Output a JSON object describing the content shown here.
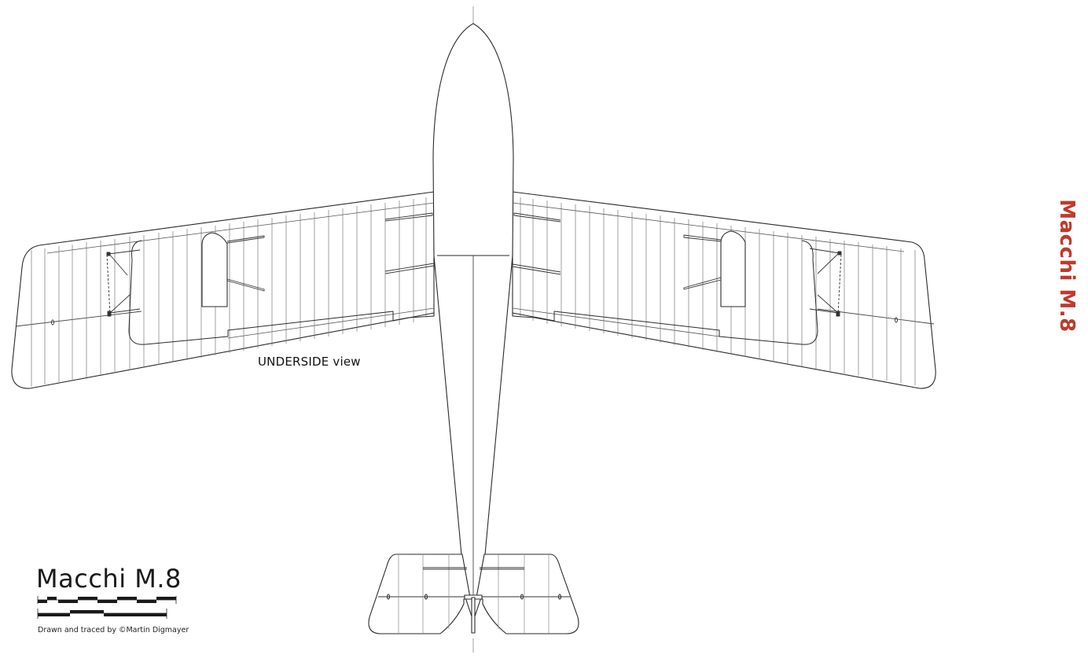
{
  "drawing": {
    "aircraft": "Macchi M.8",
    "view_label": "UNDERSIDE view",
    "side_title": "Macchi M.8",
    "credit": "Drawn and traced by ©Martin Digmayer",
    "colors": {
      "line": "#2a2a2a",
      "rib": "#6a6a6a",
      "side_title": "#c0392b",
      "background": "#ffffff"
    },
    "scale_bar": {
      "upper_segments": 7,
      "lower_segments": 3
    },
    "parts": [
      "hull",
      "hull-centerline",
      "left-wing",
      "right-wing",
      "left-aileron-panel",
      "right-aileron-panel",
      "left-wing-float",
      "right-wing-float",
      "left-struts",
      "right-struts",
      "tailplane",
      "elevators",
      "rudder"
    ]
  }
}
